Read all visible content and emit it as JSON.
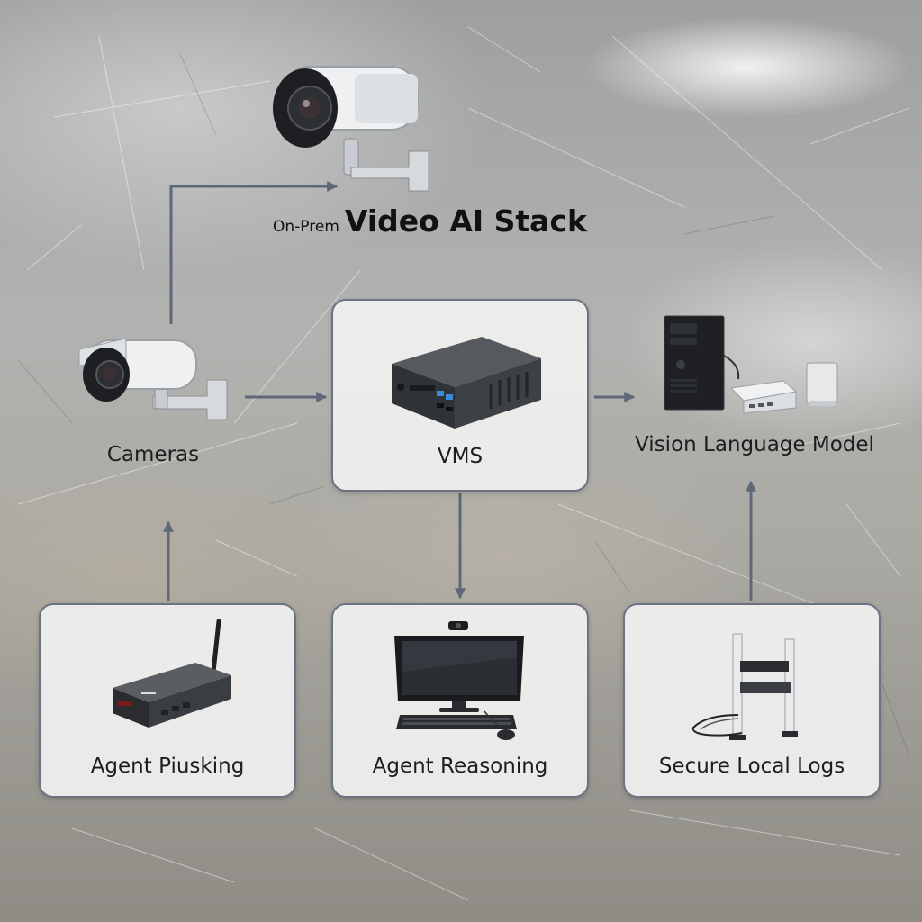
{
  "title": {
    "prefix": "On-Prem",
    "main": "Video AI Stack"
  },
  "nodes": {
    "cameras": "Cameras",
    "vms": "VMS",
    "vlm": "Vision Language Model",
    "agent_left": "Agent Piusking",
    "agent_reasoning": "Agent Reasoning",
    "logs": "Secure Local Logs"
  },
  "icons": {
    "top_camera": "security-camera-icon",
    "cameras": "security-camera-icon",
    "vms": "vms-appliance-icon",
    "vlm": "server-tower-icon",
    "agent_left": "wireless-gateway-icon",
    "agent_reasoning": "desktop-computer-icon",
    "logs": "log-rack-icon"
  },
  "colors": {
    "arrow": "#5e6878",
    "box_border": "#6b7382",
    "box_fill": "#efefee"
  }
}
